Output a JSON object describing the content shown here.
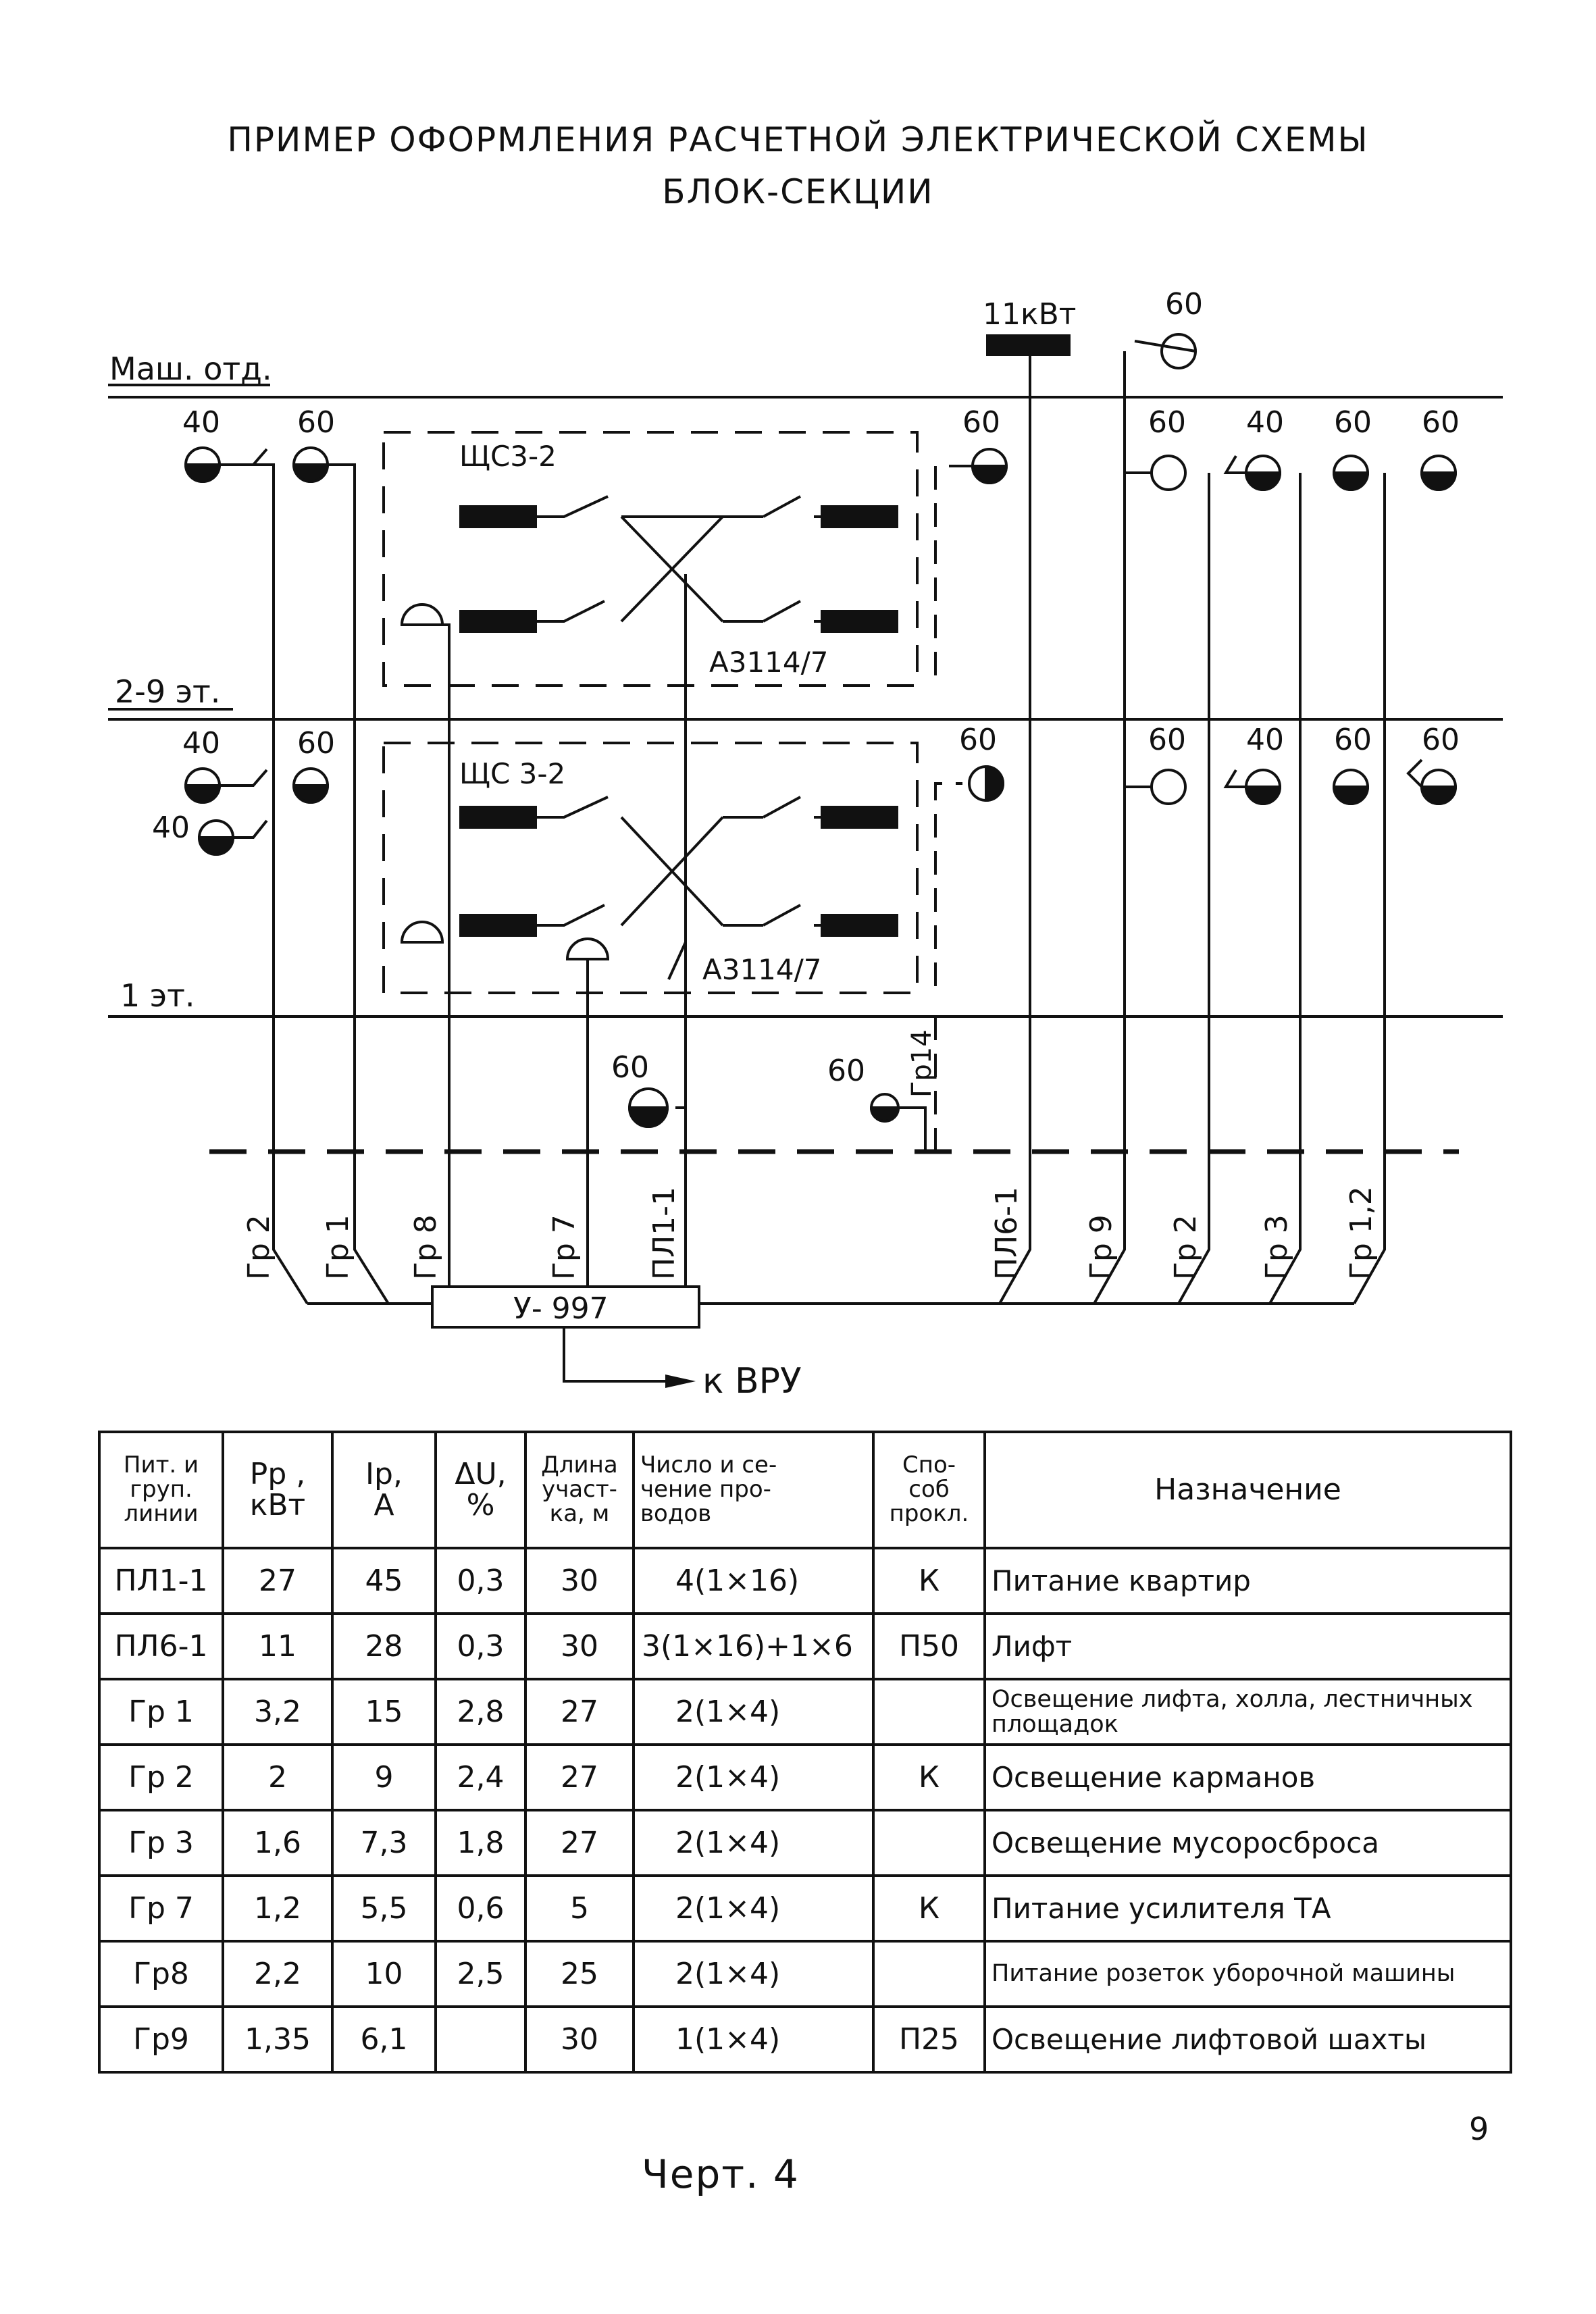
{
  "title": {
    "line1": "ПРИМЕР ОФОРМЛЕНИЯ РАСЧЕТНОЙ ЭЛЕКТРИЧЕСКОЙ СХЕМЫ",
    "line2": "БЛОК-СЕКЦИИ"
  },
  "scheme": {
    "floor_machine": "Маш. отд.",
    "floor_2_9": "2-9 эт.",
    "floor_1": "1 эт.",
    "motor_power": "11кВт",
    "panel_upper": "ЩС3-2",
    "panel_lower": "ЩС 3-2",
    "breaker_upper": "А3114/7",
    "breaker_lower": "А3114/7",
    "lamp_40": "40",
    "lamp_60": "60",
    "group_gr14": "Гр14",
    "feeders": [
      "Гр 2",
      "Гр 1",
      "Гр 8",
      "Гр 7",
      "ПЛ1-1",
      "ПЛ6-1",
      "Гр 9",
      "Гр 2",
      "Гр 3",
      "Гр 1,2"
    ],
    "device": "У- 997",
    "to_vru": "к ВРУ"
  },
  "table": {
    "headers": [
      {
        "l1": "Пит. и",
        "l2": "груп.",
        "l3": "линии"
      },
      {
        "l1": "Pр ,",
        "l2": "кВт"
      },
      {
        "l1": "Iр,",
        "l2": "А"
      },
      {
        "l1": "ΔU,",
        "l2": "%"
      },
      {
        "l1": "Длина",
        "l2": "участ-",
        "l3": "ка, м"
      },
      {
        "l1": "Число и се-",
        "l2": "чение про-",
        "l3": "водов"
      },
      {
        "l1": "Спо-",
        "l2": "соб",
        "l3": "прокл."
      },
      {
        "l1": "Назначение"
      }
    ],
    "rows": [
      {
        "line": "ПЛ1-1",
        "p": "27",
        "i": "45",
        "du": "0,3",
        "len": "30",
        "wires": "4(1×16)",
        "method": "К",
        "purpose": "Питание квартир"
      },
      {
        "line": "ПЛ6-1",
        "p": "11",
        "i": "28",
        "du": "0,3",
        "len": "30",
        "wires": "3(1×16)+1×6",
        "method": "П50",
        "purpose": "Лифт"
      },
      {
        "line": "Гр 1",
        "p": "3,2",
        "i": "15",
        "du": "2,8",
        "len": "27",
        "wires": "2(1×4)",
        "method": "",
        "purpose": "Освещение лифта, холла, лестничных площадок"
      },
      {
        "line": "Гр 2",
        "p": "2",
        "i": "9",
        "du": "2,4",
        "len": "27",
        "wires": "2(1×4)",
        "method": "К",
        "purpose": "Освещение карманов"
      },
      {
        "line": "Гр 3",
        "p": "1,6",
        "i": "7,3",
        "du": "1,8",
        "len": "27",
        "wires": "2(1×4)",
        "method": "",
        "purpose": "Освещение мусоросброса"
      },
      {
        "line": "Гр 7",
        "p": "1,2",
        "i": "5,5",
        "du": "0,6",
        "len": "5",
        "wires": "2(1×4)",
        "method": "К",
        "purpose": "Питание усилителя ТА"
      },
      {
        "line": "Гр8",
        "p": "2,2",
        "i": "10",
        "du": "2,5",
        "len": "25",
        "wires": "2(1×4)",
        "method": "",
        "purpose": "Питание розеток уборочной машины"
      },
      {
        "line": "Гр9",
        "p": "1,35",
        "i": "6,1",
        "du": "",
        "len": "30",
        "wires": "1(1×4)",
        "method": "П25",
        "purpose": "Освещение лифтовой шахты"
      }
    ]
  },
  "page_number": "9",
  "caption": "Черт. 4"
}
